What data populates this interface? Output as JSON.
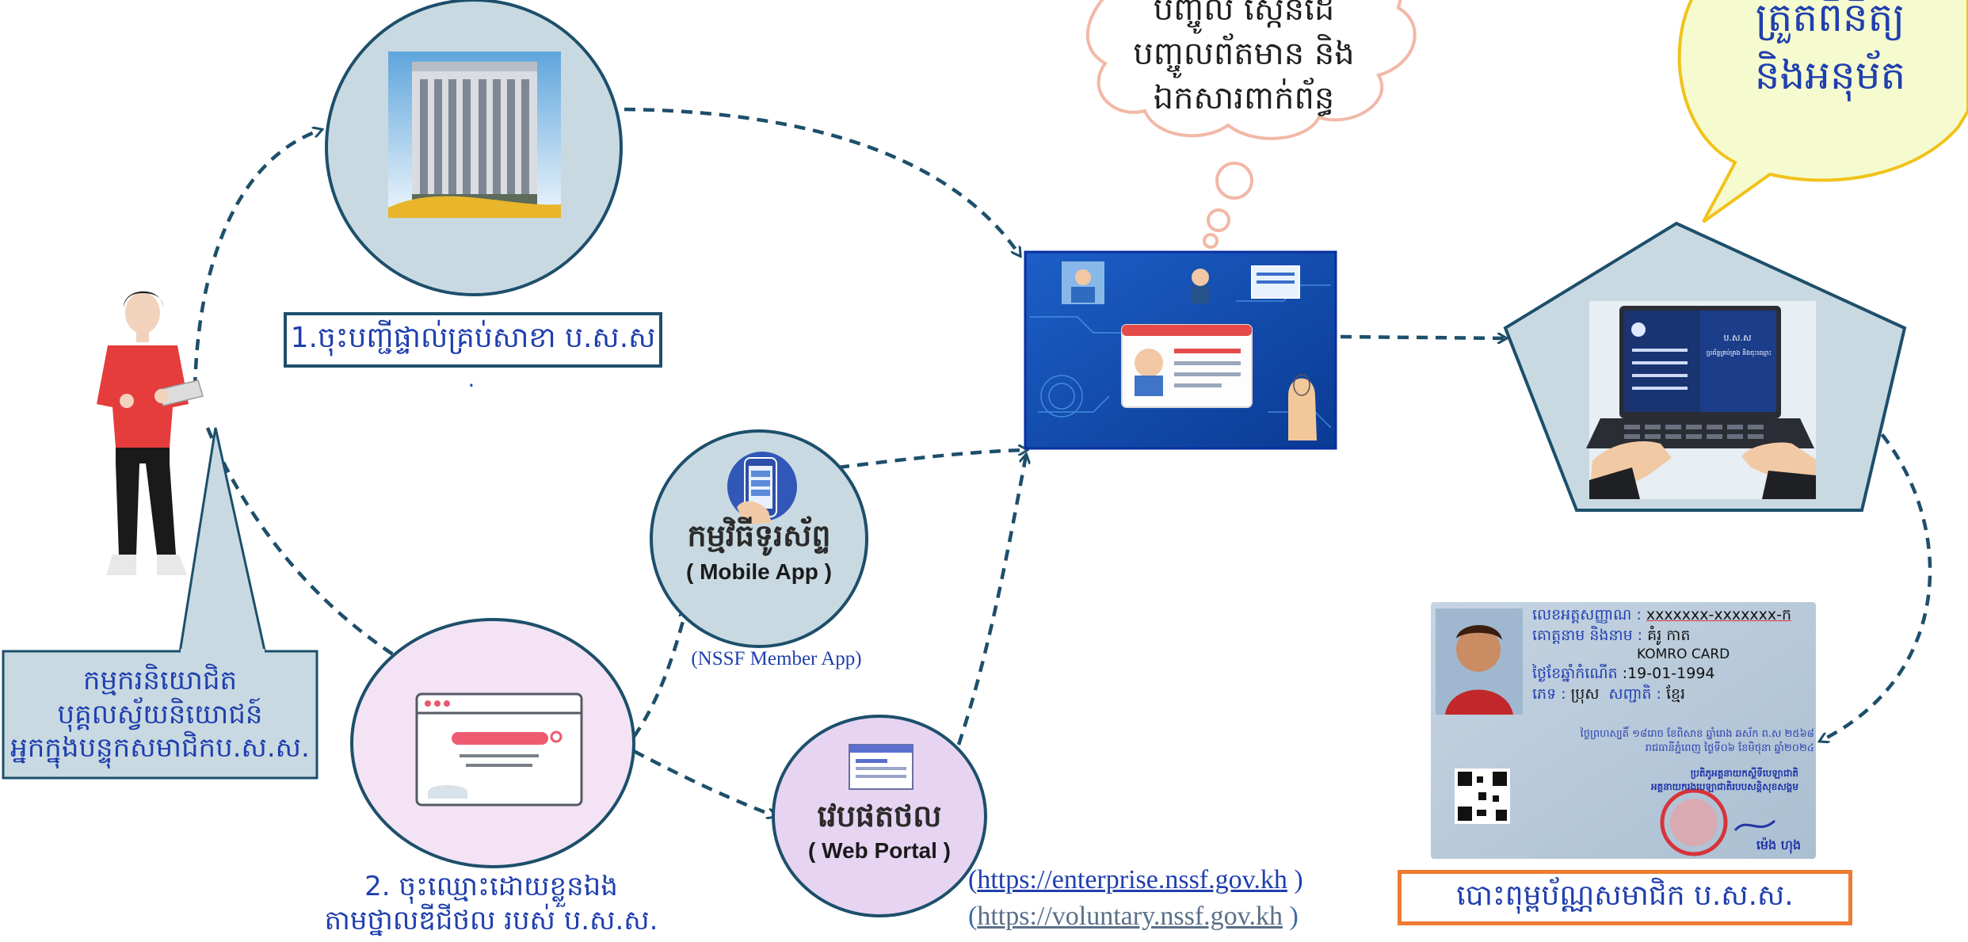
{
  "steps": {
    "branch_label": "1.ចុះបញ្ជីផ្ទាល់គ្រប់សាខា ប.ស.ស",
    "branch_dot": ".",
    "online_label_line1": "2. ចុះឈ្មោះដោយខ្លួនឯង",
    "online_label_line2": "តាមថ្នាលឌីជីថល របស់ ប.ស.ស."
  },
  "member_types": {
    "line1": "កម្មករនិយោជិត",
    "line2": "បុគ្គលស្វ័យនិយោជន៍",
    "line3": "អ្នកក្នុងបន្ទុកសមាជិកប.ស.ស."
  },
  "mobile_app": {
    "title": "កម្មវិធីទូរស័ព្ទ",
    "subtitle": "( Mobile App )",
    "caption": "(NSSF Member App)"
  },
  "web_portal": {
    "title": "វេបផតថល",
    "subtitle": "( Web Portal )",
    "link1": "https://enterprise.nssf.gov.kh",
    "link2": "https://voluntary.nssf.gov.kh"
  },
  "cloud": {
    "line1": "បញ្ចូល ស្កេនដែ",
    "line2": "បញ្ចូលព័តមាន និង",
    "line3": "ឯកសារពាក់ព័ន្ធ"
  },
  "speech": {
    "line1": "ត្រួតពិនិត្យ",
    "line2": "និងអនុម័ត"
  },
  "card": {
    "id_label": "លេខអត្តសញ្ញាណ :",
    "id_value": "xxxxxxx-xxxxxxx-ក",
    "name_label": "គោត្តនាម និងនាម :",
    "name_value": "គំរូ កាត",
    "name_latin": "KOMRO CARD",
    "dob_label": "ថ្ងៃខែឆ្នាំកំណើត",
    "dob_value": ":19-01-1994",
    "sex_label": "ភេទ :",
    "sex_value": "ប្រុស",
    "nationality_label": "សញ្ជាតិ :",
    "nationality_value": "ខ្មែរ",
    "date_line1": "ថ្ងៃព្រហស្បតិ៍ ១៨រោច ខែពិសាខ ឆ្នាំរោង ឆស័ក ព.ស ២៥៦៨",
    "date_line2": "រាជធានីភ្នំពេញ ថ្ងៃទី០៦ ខែមិថុនា ឆ្នាំ២០២៤",
    "issuer_line1": "ប្រតិភូអគ្គនាយកស្តីទីបេឡាជាតិ",
    "issuer_line2": "អគ្គនាយករងបេឡាជាតិរបបសន្តិសុខសង្គម",
    "signer": "ម៉េង ហុង"
  },
  "card_caption": "បោះពុម្ពប័ណ្ណសមាជិក ប.ស.ស.",
  "laptop_screen": {
    "line1": "ប.ស.ស",
    "line2": "ប្រព័ន្ធគ្រប់គ្រង និងចុះឈ្មោះ"
  },
  "colors": {
    "arrow": "#1d4f6b",
    "text_blue": "#1f3fae",
    "circle_building": "#c9d9e2",
    "circle_digital": "#f3e3f4",
    "circle_mobile": "#c9d9e2",
    "circle_web": "#e6d4f2",
    "member_box": "#c9d9e2",
    "speech_fill": "#f5fbcf",
    "speech_border": "#f2c21b",
    "cloud_border": "#f2b8a6",
    "card_caption_border": "#ee7b30",
    "pentagon_fill": "#c9d9e2"
  }
}
